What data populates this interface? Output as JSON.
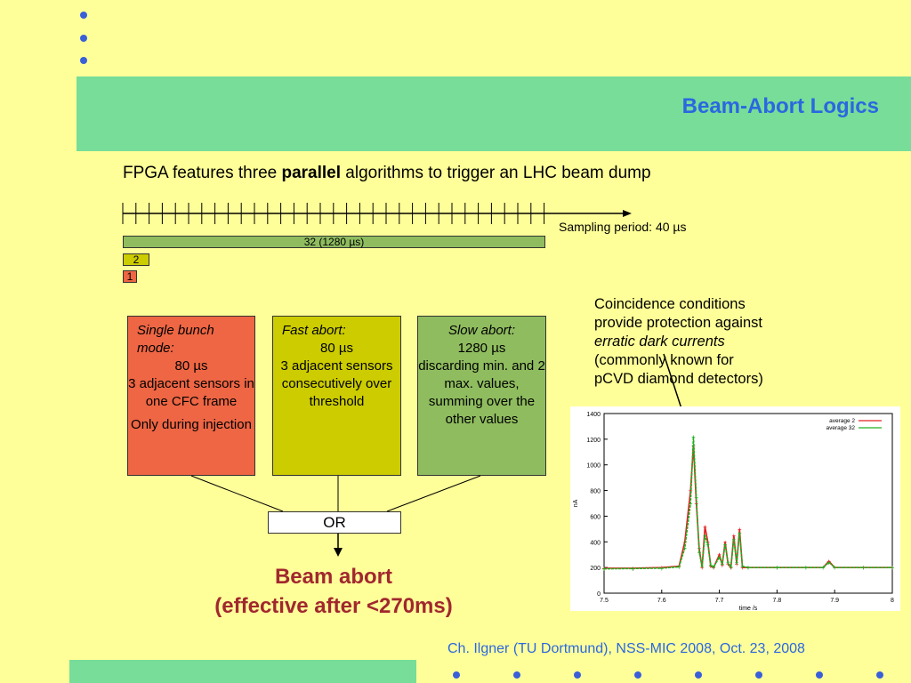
{
  "slide": {
    "title": "Beam-Abort Logics",
    "intro": {
      "before": "FPGA features three ",
      "bold": "parallel",
      "after": " algorithms to trigger an LHC beam dump"
    },
    "sampling_label": "Sampling period: 40 µs",
    "bars": {
      "b32": "32 (1280 µs)",
      "b2": "2",
      "b1": "1"
    },
    "single": {
      "title": "Single bunch mode:",
      "time": "80 µs",
      "desc": "3 adjacent sensors in one CFC frame",
      "note": "Only during injection"
    },
    "fast": {
      "title": "Fast abort:",
      "time": "80 µs",
      "desc": "3 adjacent sensors consecutively over threshold"
    },
    "slow": {
      "title": "Slow abort:",
      "time": "1280 µs",
      "desc": "discarding min. and 2 max. values, summing over the other values"
    },
    "or_label": "OR",
    "result": {
      "line1": "Beam abort",
      "line2": "(effective after <270ms)"
    },
    "coincidence": {
      "line1": "Coincidence conditions",
      "line2": "provide protection against",
      "line3": "erratic dark currents",
      "line4": "(commonly known for",
      "line5": "pCVD diamond detectors)"
    },
    "footer": "Ch. Ilgner (TU Dortmund), NSS-MIC 2008, Oct. 23, 2008"
  },
  "colors": {
    "accent_blue": "#2b67e0",
    "band_green": "#77dd99",
    "background": "#ffff99",
    "result_red": "#a0282e",
    "single_box": "#ee6644",
    "fast_box": "#cccc00",
    "slow_box": "#8fbc5f"
  },
  "chart_data": {
    "type": "line",
    "xlabel": "time /s",
    "ylabel": "nA",
    "xlim": [
      7.5,
      8.0
    ],
    "ylim": [
      0,
      1400
    ],
    "xticks": [
      "7.5",
      "7.6",
      "7.7",
      "7.8",
      "7.9",
      "8"
    ],
    "yticks": [
      "0",
      "200",
      "400",
      "600",
      "800",
      "1000",
      "1200",
      "1400"
    ],
    "legend": "top-right",
    "series": [
      {
        "name": "average 2",
        "color": "#e02020",
        "x": [
          7.5,
          7.55,
          7.6,
          7.63,
          7.64,
          7.65,
          7.655,
          7.66,
          7.665,
          7.67,
          7.675,
          7.68,
          7.685,
          7.69,
          7.7,
          7.705,
          7.71,
          7.715,
          7.72,
          7.725,
          7.73,
          7.735,
          7.74,
          7.75,
          7.8,
          7.85,
          7.88,
          7.89,
          7.9,
          7.95,
          8.0
        ],
        "y": [
          195,
          195,
          200,
          210,
          400,
          800,
          1150,
          700,
          350,
          200,
          520,
          400,
          210,
          200,
          300,
          220,
          400,
          230,
          200,
          450,
          230,
          500,
          200,
          200,
          200,
          200,
          200,
          250,
          200,
          200,
          200
        ]
      },
      {
        "name": "average 32",
        "color": "#20b020",
        "x": [
          7.5,
          7.55,
          7.6,
          7.63,
          7.64,
          7.65,
          7.655,
          7.66,
          7.665,
          7.67,
          7.675,
          7.68,
          7.685,
          7.69,
          7.7,
          7.705,
          7.71,
          7.715,
          7.72,
          7.725,
          7.73,
          7.735,
          7.74,
          7.75,
          7.8,
          7.85,
          7.88,
          7.89,
          7.9,
          7.95,
          8.0
        ],
        "y": [
          190,
          192,
          195,
          205,
          350,
          700,
          1220,
          750,
          320,
          210,
          450,
          380,
          220,
          205,
          280,
          230,
          380,
          240,
          205,
          420,
          240,
          470,
          210,
          200,
          200,
          200,
          200,
          240,
          200,
          200,
          200
        ]
      }
    ]
  }
}
